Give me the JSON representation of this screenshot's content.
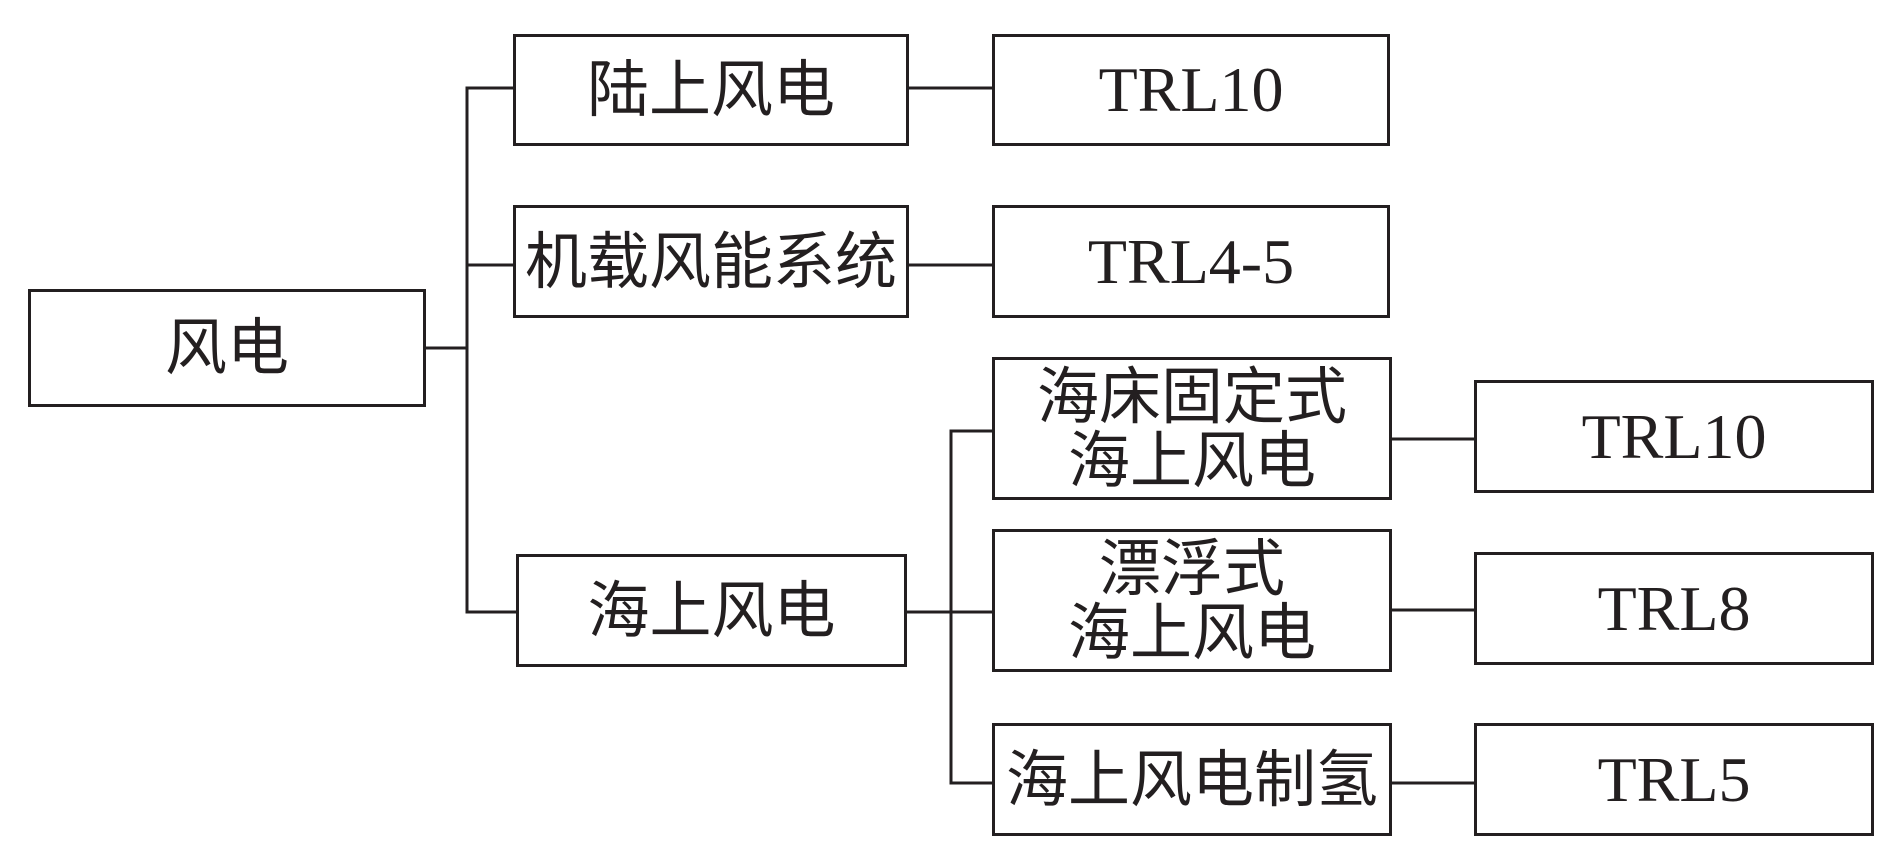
{
  "diagram": {
    "root": {
      "label": "风电"
    },
    "onshore": {
      "label": "陆上风电",
      "trl": "TRL10"
    },
    "airborne": {
      "label": "机载风能系统",
      "trl": "TRL4-5"
    },
    "offshore": {
      "label": "海上风电",
      "children": [
        {
          "lines": [
            "海床固定式",
            "海上风电"
          ],
          "trl": "TRL10"
        },
        {
          "lines": [
            "漂浮式",
            "海上风电"
          ],
          "trl": "TRL8"
        },
        {
          "lines": [
            "海上风电制氢"
          ],
          "trl": "TRL5"
        }
      ]
    }
  },
  "colors": {
    "stroke": "#231f20",
    "background": "#ffffff"
  }
}
